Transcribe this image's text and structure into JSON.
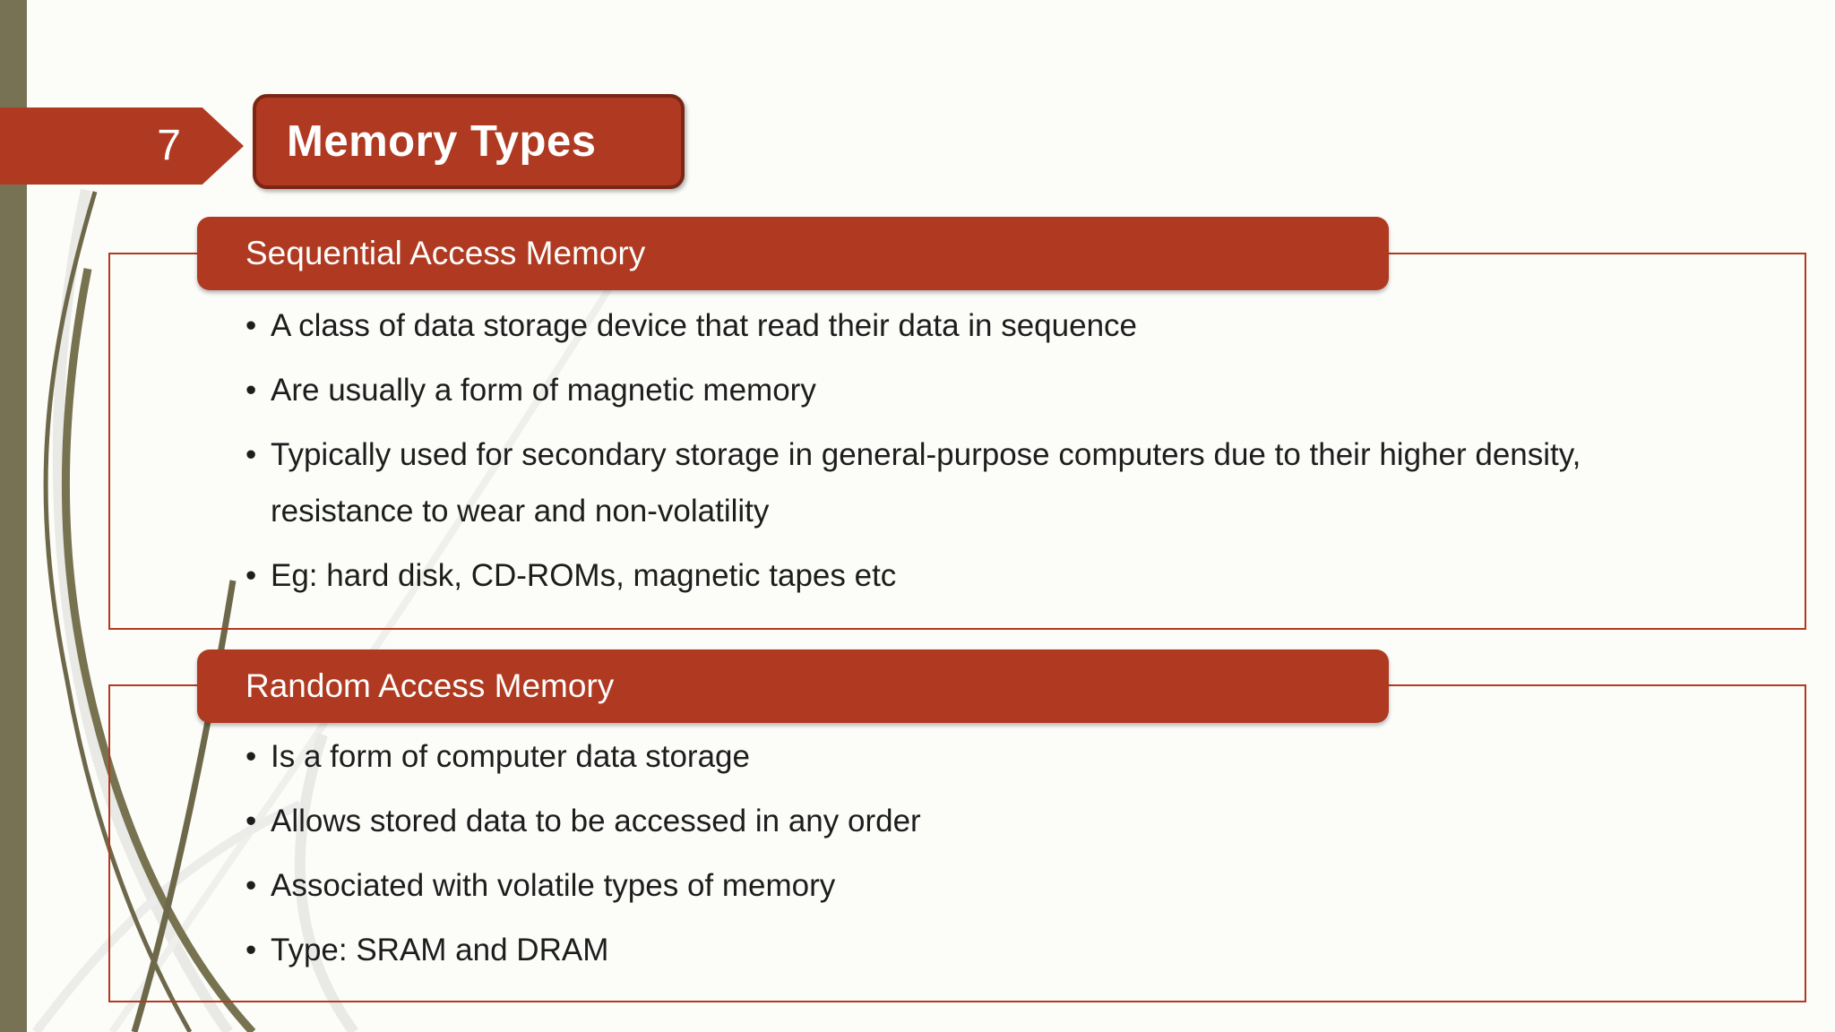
{
  "slide": {
    "page_number": "7",
    "title": "Memory Types",
    "sections": [
      {
        "heading": "Sequential Access Memory",
        "bullets": [
          {
            "text": "A class of data storage device that read their data in sequence",
            "continuation": false
          },
          {
            "text": "Are usually a form of magnetic memory",
            "continuation": false
          },
          {
            "text": "Typically used for secondary storage in general-purpose computers due to their higher density,",
            "continuation": false
          },
          {
            "text": "resistance to wear and non-volatility",
            "continuation": true
          },
          {
            "text": "Eg: hard disk, CD-ROMs, magnetic  tapes etc",
            "continuation": false
          }
        ]
      },
      {
        "heading": "Random Access Memory",
        "bullets": [
          {
            "text": "Is a form of computer data storage",
            "continuation": false
          },
          {
            "text": "Allows stored data to be accessed in any order",
            "continuation": false
          },
          {
            "text": "Associated with volatile types of memory",
            "continuation": false
          },
          {
            "text": "Type: SRAM and DRAM",
            "continuation": false
          }
        ]
      }
    ],
    "colors": {
      "accent_red": "#AF3A21",
      "panel_border_red": "#B23A21",
      "title_border_maroon": "#7B2614",
      "sidebar_olive": "#787254",
      "decor_olive": "#6D684A",
      "decor_gray": "#E9E9E6",
      "body_text": "#1D1D1D",
      "background": "#FCFCF9",
      "header_text": "#FFFFFF"
    }
  }
}
